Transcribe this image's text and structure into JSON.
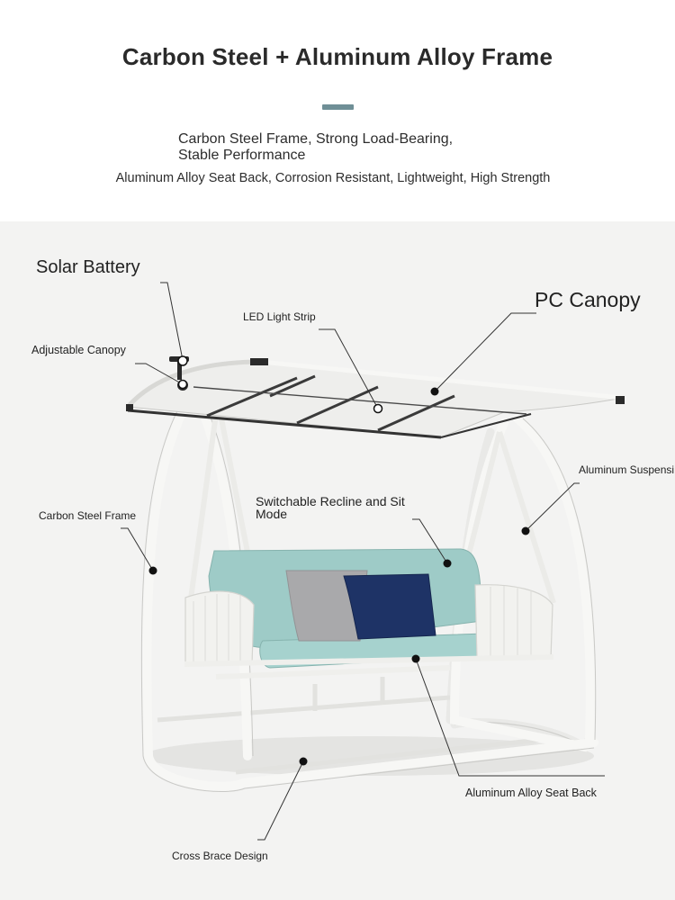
{
  "header": {
    "title": "Carbon Steel + Aluminum Alloy Frame",
    "subtitle_line1": "Carbon Steel Frame, Strong Load-Bearing,",
    "subtitle_line2": "Stable Performance",
    "subtitle_line3": "Aluminum Alloy Seat Back, Corrosion Resistant, Lightweight, High Strength"
  },
  "callouts": {
    "solar_battery": "Solar Battery",
    "led_light_strip": "LED Light Strip",
    "pc_canopy": "PC Canopy",
    "adjustable_canopy": "Adjustable Canopy",
    "aluminum_suspension": "Aluminum Suspensi",
    "switchable_mode_line1": "Switchable Recline and Sit",
    "switchable_mode_line2": "Mode",
    "carbon_steel_frame": "Carbon Steel Frame",
    "aluminum_alloy_seat_back": "Aluminum Alloy Seat Back",
    "cross_brace_design": "Cross Brace Design"
  },
  "colors": {
    "accent_bar": "#6f8f96",
    "background_panel": "#f3f3f2",
    "frame": "#f7f7f5",
    "cushion": "#9ecbc7",
    "pillow_gray": "#a9a9ab",
    "pillow_navy": "#1e3366"
  }
}
